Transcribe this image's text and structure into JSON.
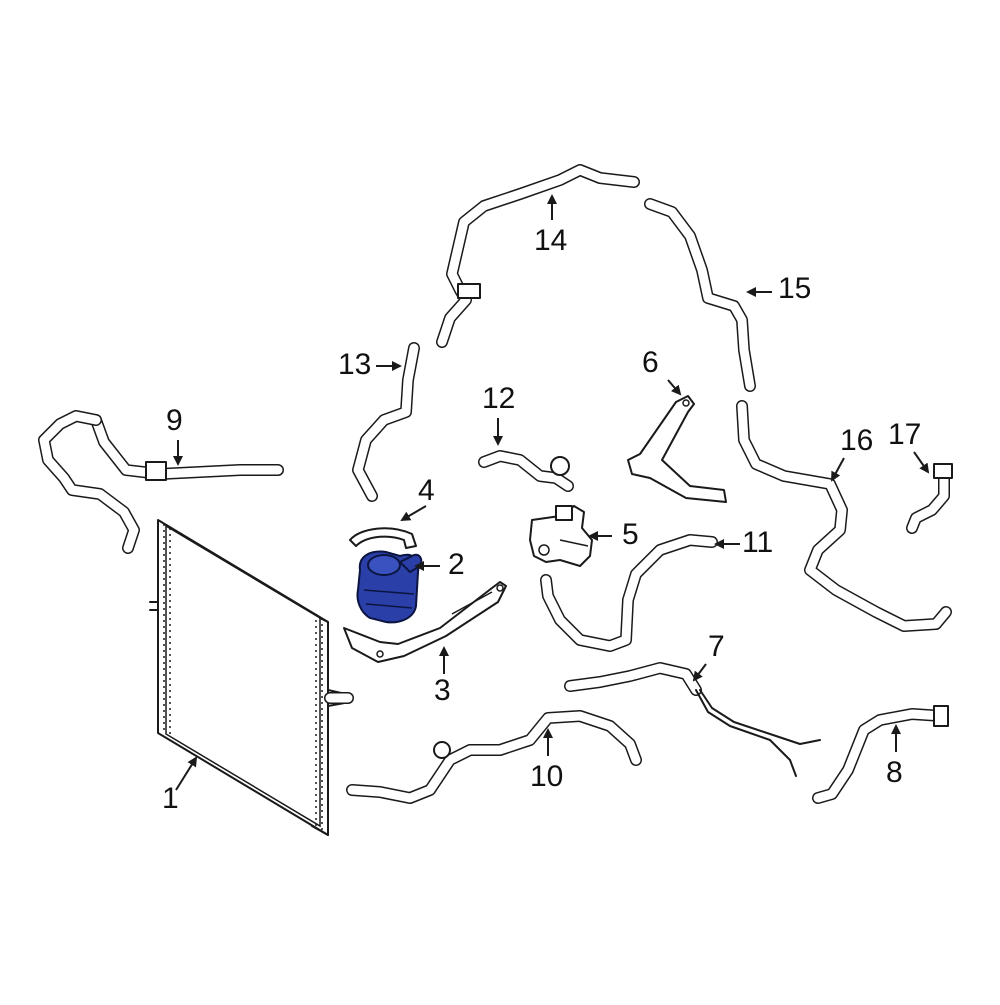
{
  "highlight_color": "#2a3fa8",
  "line_color": "#1a1a1a",
  "callouts": {
    "c1": "1",
    "c2": "2",
    "c3": "3",
    "c4": "4",
    "c5": "5",
    "c6": "6",
    "c7": "7",
    "c8": "8",
    "c9": "9",
    "c10": "10",
    "c11": "11",
    "c12": "12",
    "c13": "13",
    "c14": "14",
    "c15": "15",
    "c16": "16",
    "c17": "17"
  }
}
